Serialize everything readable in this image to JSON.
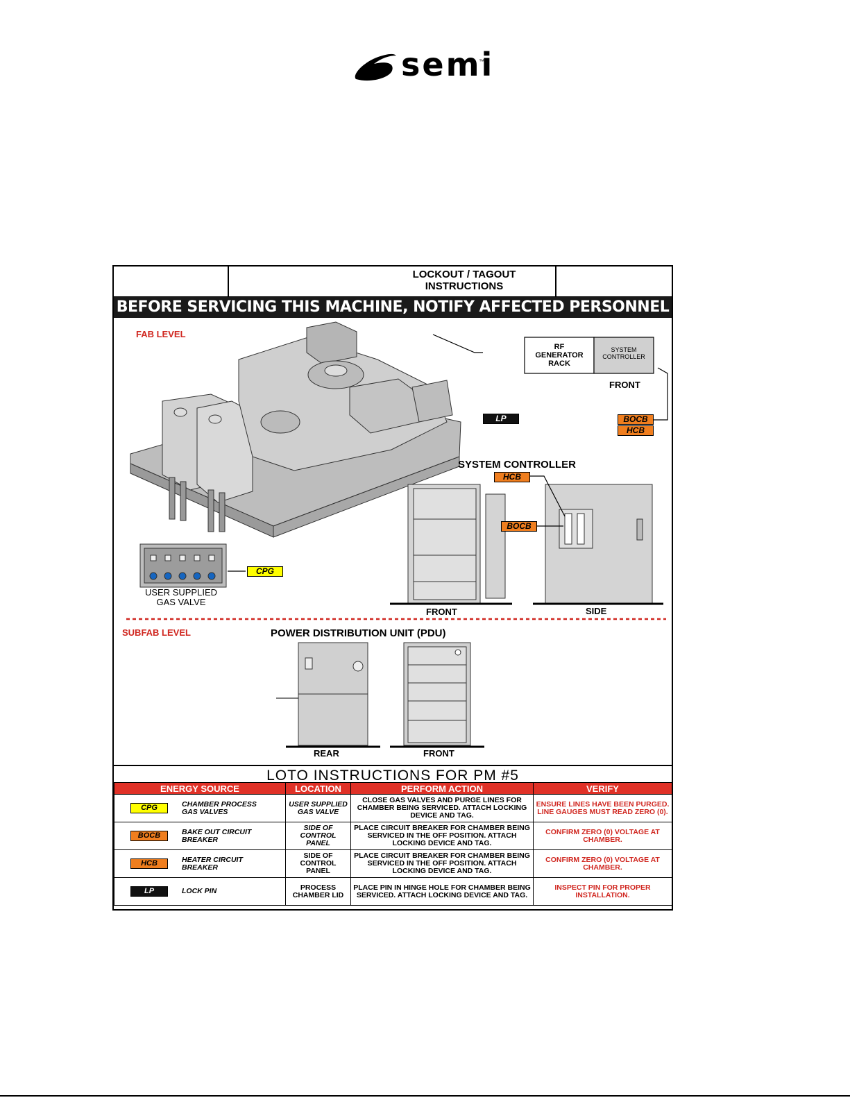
{
  "logo": {
    "text": "semi",
    "tm": "™"
  },
  "poster": {
    "header_title_line1": "LOCKOUT / TAGOUT",
    "header_title_line2": "INSTRUCTIONS",
    "banner": "BEFORE SERVICING THIS MACHINE, NOTIFY AFFECTED PERSONNEL",
    "fab_level": "FAB LEVEL",
    "subfab_level": "SUBFAB LEVEL",
    "rf_line1": "RF",
    "rf_line2": "GENERATOR",
    "rf_line3": "RACK",
    "sys_ctrl_small_line1": "SYSTEM",
    "sys_ctrl_small_line2": "CONTROLLER",
    "front_top": "FRONT",
    "system_controller": "SYSTEM CONTROLLER",
    "sc_front": "FRONT",
    "sc_side": "SIDE",
    "gas_valve_line1": "USER SUPPLIED",
    "gas_valve_line2": "GAS VALVE",
    "pdu_title": "POWER DISTRIBUTION UNIT (PDU)",
    "pdu_rear": "REAR",
    "pdu_front": "FRONT",
    "tags": {
      "lp": "LP",
      "bocb": "BOCB",
      "hcb": "HCB",
      "cpg": "CPG"
    },
    "loto_title": "LOTO INSTRUCTIONS FOR PM #5",
    "columns": [
      "ENERGY SOURCE",
      "LOCATION",
      "PERFORM ACTION",
      "VERIFY"
    ],
    "rows": [
      {
        "tag": "CPG",
        "source_line1": "CHAMBER PROCESS",
        "source_line2": "GAS VALVES",
        "location": "USER SUPPLIED GAS VALVE",
        "action": "CLOSE GAS VALVES AND PURGE LINES FOR CHAMBER BEING SERVICED. ATTACH LOCKING DEVICE AND TAG.",
        "verify": "ENSURE LINES HAVE BEEN PURGED. LINE GAUGES MUST READ ZERO (0)."
      },
      {
        "tag": "BOCB",
        "source_line1": "BAKE OUT CIRCUIT",
        "source_line2": "BREAKER",
        "location": "SIDE OF CONTROL PANEL",
        "action": "PLACE CIRCUIT BREAKER FOR CHAMBER BEING SERVICED IN THE OFF POSITION. ATTACH LOCKING DEVICE AND TAG.",
        "verify": "CONFIRM ZERO (0) VOLTAGE AT CHAMBER."
      },
      {
        "tag": "HCB",
        "source_line1": "HEATER CIRCUIT",
        "source_line2": "BREAKER",
        "location": "SIDE OF CONTROL PANEL",
        "action": "PLACE CIRCUIT BREAKER FOR CHAMBER BEING SERVICED IN THE OFF POSITION. ATTACH LOCKING DEVICE AND TAG.",
        "verify": "CONFIRM ZERO (0) VOLTAGE AT CHAMBER."
      },
      {
        "tag": "LP",
        "source_line1": "LOCK PIN",
        "source_line2": "",
        "location": "PROCESS CHAMBER LID",
        "action": "PLACE PIN IN HINGE HOLE FOR CHAMBER BEING SERVICED. ATTACH LOCKING DEVICE AND TAG.",
        "verify": "INSPECT PIN FOR PROPER INSTALLATION."
      }
    ]
  },
  "colors": {
    "red": "#e03127",
    "orange": "#f07e1e",
    "yellow": "#ffff00",
    "banner": "#1a1a1a"
  }
}
